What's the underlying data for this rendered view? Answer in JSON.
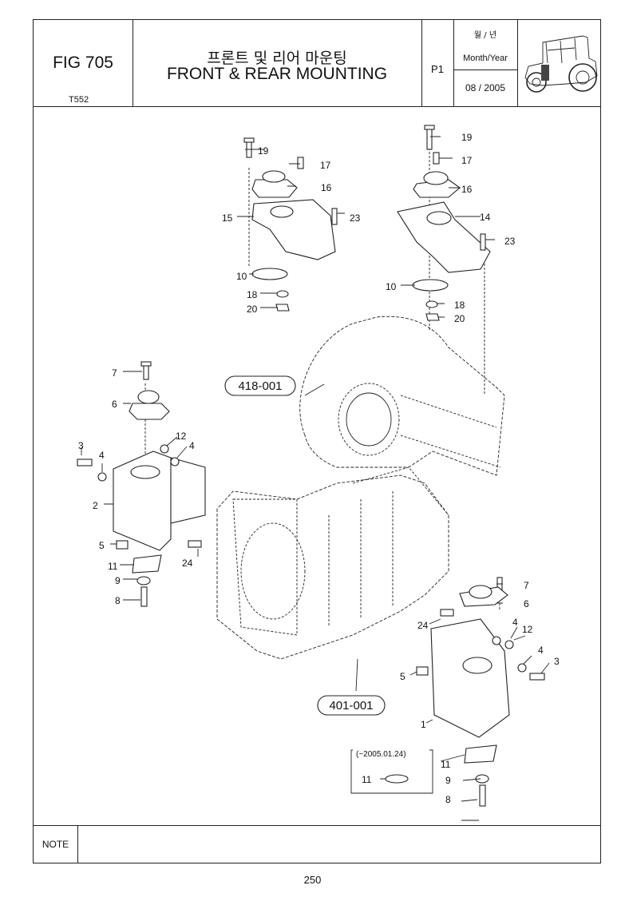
{
  "header": {
    "fig_label": "FIG 705",
    "model": "T552",
    "title_ko": "프론트 및 리어 마운팅",
    "title_en": "FRONT & REAR MOUNTING",
    "page_code": "P1",
    "date_header_ko": "월 / 년",
    "date_header_en": "Month/Year",
    "date_value": "08 / 2005"
  },
  "callouts": {
    "c19a": "19",
    "c17a": "17",
    "c16a": "16",
    "c15": "15",
    "c23a": "23",
    "c10a": "10",
    "c18a": "18",
    "c20a": "20",
    "c19b": "19",
    "c17b": "17",
    "c16b": "16",
    "c14": "14",
    "c23b": "23",
    "c10b": "10",
    "c18b": "18",
    "c20b": "20",
    "c7a": "7",
    "c6a": "6",
    "c12a": "12",
    "c4a": "4",
    "c3a": "3",
    "c4b": "4",
    "c2": "2",
    "c5a": "5",
    "c24a": "24",
    "c11a": "11",
    "c9a": "9",
    "c8a": "8",
    "c7b": "7",
    "c6b": "6",
    "c24b": "24",
    "c4c": "4",
    "c12b": "12",
    "c4d": "4",
    "c3b": "3",
    "c5b": "5",
    "c1": "1",
    "c11b": "11",
    "c11c": "11",
    "c9b": "9",
    "c8b": "8"
  },
  "references": {
    "ref_upper": "418-001",
    "ref_lower": "401-001",
    "serial_note": "(~2005.01.24)"
  },
  "footer": {
    "note_label": "NOTE",
    "page_number": "250"
  }
}
